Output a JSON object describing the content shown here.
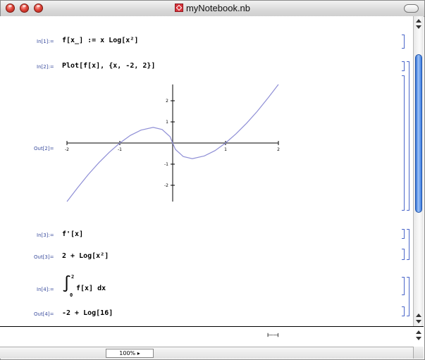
{
  "window": {
    "title": "myNotebook.nb"
  },
  "cells": [
    {
      "in_label": "In[1]:=",
      "input": "f[x_] := x Log[x²]"
    },
    {
      "in_label": "In[2]:=",
      "input": "Plot[f[x], {x, -2, 2}]",
      "out_label": "Out[2]="
    },
    {
      "in_label": "In[3]:=",
      "input": "f'[x]",
      "out_label": "Out[3]=",
      "output": "2 + Log[x²]"
    },
    {
      "in_label": "In[4]:=",
      "input_integral": {
        "upper": "2",
        "lower": "0",
        "integrand": "f[x] dx"
      },
      "out_label": "Out[4]=",
      "output": "-2 + Log[16]"
    }
  ],
  "chart_data": {
    "type": "line",
    "function": "x Log[x^2]",
    "x": [
      -2,
      -1.8,
      -1.6,
      -1.4,
      -1.2,
      -1,
      -0.8,
      -0.6,
      -0.37,
      -0.2,
      -0.05,
      0,
      0.05,
      0.2,
      0.37,
      0.6,
      0.8,
      1,
      1.2,
      1.4,
      1.6,
      1.8,
      2
    ],
    "y": [
      -2.77,
      -2.12,
      -1.5,
      -0.94,
      -0.44,
      0,
      0.36,
      0.61,
      0.74,
      0.64,
      0.3,
      0,
      -0.3,
      -0.64,
      -0.74,
      -0.61,
      -0.36,
      0,
      0.44,
      0.94,
      1.5,
      2.12,
      2.77
    ],
    "xlim": [
      -2,
      2
    ],
    "ylim": [
      -2.77,
      2.77
    ],
    "x_ticks": [
      "-2",
      "-1",
      "1",
      "2"
    ],
    "y_ticks": [
      "-2",
      "-1",
      "1",
      "2"
    ],
    "grid": false,
    "line_color": "#8f8fd6"
  },
  "zoom": {
    "value": "100%",
    "arrow": "▸"
  },
  "pane_splitter": {
    "icon": "⟝⟞"
  }
}
